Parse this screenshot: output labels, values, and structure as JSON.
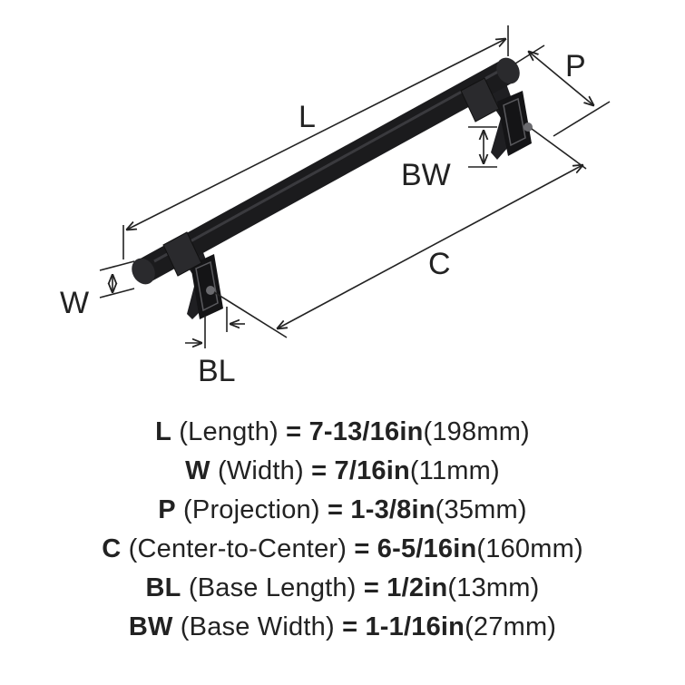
{
  "colors": {
    "handle": "#1b1b1d",
    "text": "#222222",
    "background": "#ffffff"
  },
  "diagram": {
    "labels": {
      "L": "L",
      "P": "P",
      "BW": "BW",
      "W": "W",
      "C": "C",
      "BL": "BL"
    }
  },
  "specs": [
    {
      "code": "L",
      "name": "(Length)",
      "eq": "=",
      "value": "7-13/16in",
      "metric": "(198mm)"
    },
    {
      "code": "W",
      "name": "(Width)",
      "eq": "=",
      "value": "7/16in",
      "metric": "(11mm)"
    },
    {
      "code": "P",
      "name": "(Projection)",
      "eq": "=",
      "value": "1-3/8in",
      "metric": "(35mm)"
    },
    {
      "code": "C",
      "name": "(Center-to-Center)",
      "eq": "=",
      "value": "6-5/16in",
      "metric": "(160mm)"
    },
    {
      "code": "BL",
      "name": "(Base Length)",
      "eq": "=",
      "value": "1/2in",
      "metric": "(13mm)"
    },
    {
      "code": "BW",
      "name": "(Base Width)",
      "eq": "=",
      "value": "1-1/16in",
      "metric": "(27mm)"
    }
  ]
}
